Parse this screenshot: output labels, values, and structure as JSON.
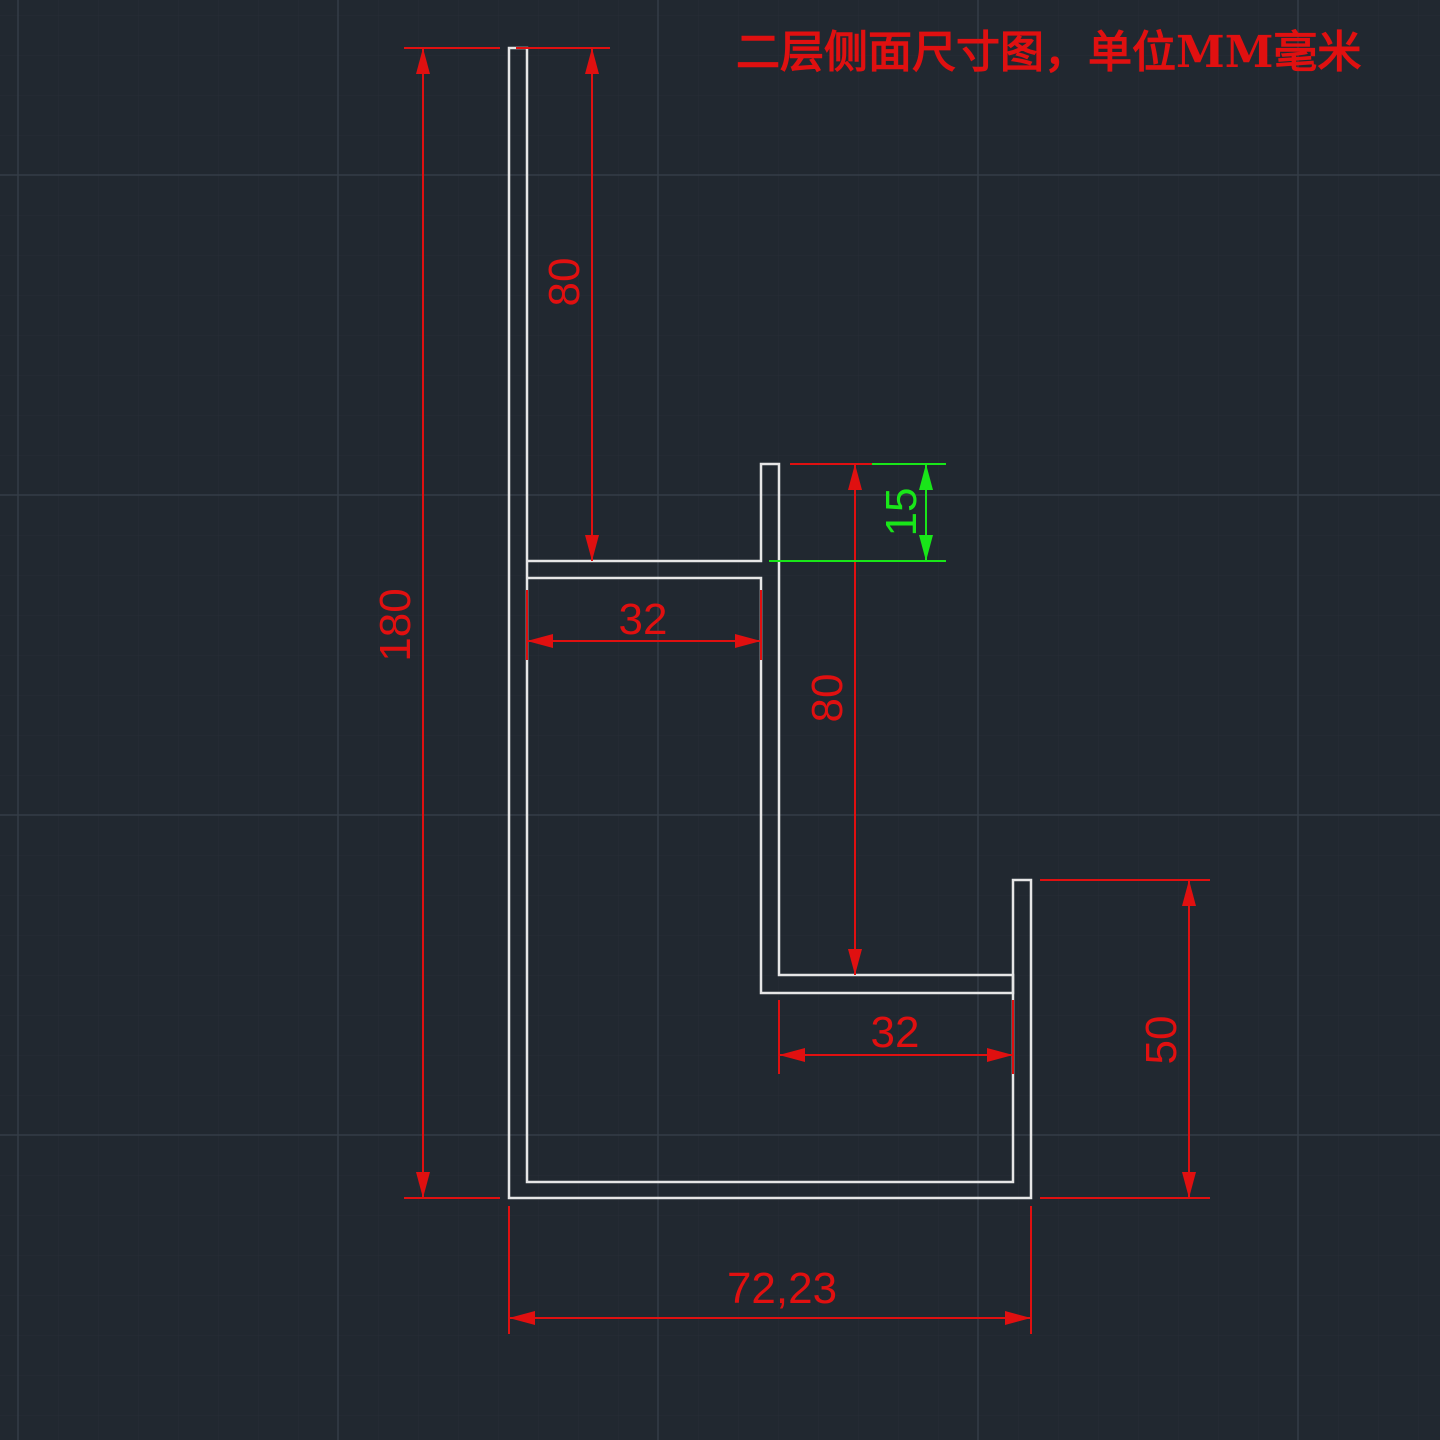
{
  "title": "二层侧面尺寸图，单位MM毫米",
  "colors": {
    "background": "#212830",
    "grid_minor": "#2a313a",
    "grid_major": "#333b46",
    "profile": "#e6e6e6",
    "dimension": "#e01010",
    "dimension_highlight": "#19e619"
  },
  "dimensions": {
    "total_height": "180",
    "upper_back_height": "80",
    "shelf1_depth": "32",
    "shelf1_lip": "15",
    "middle_height": "80",
    "shelf2_depth": "32",
    "bottom_lip_height": "50",
    "total_width": "72,23"
  }
}
